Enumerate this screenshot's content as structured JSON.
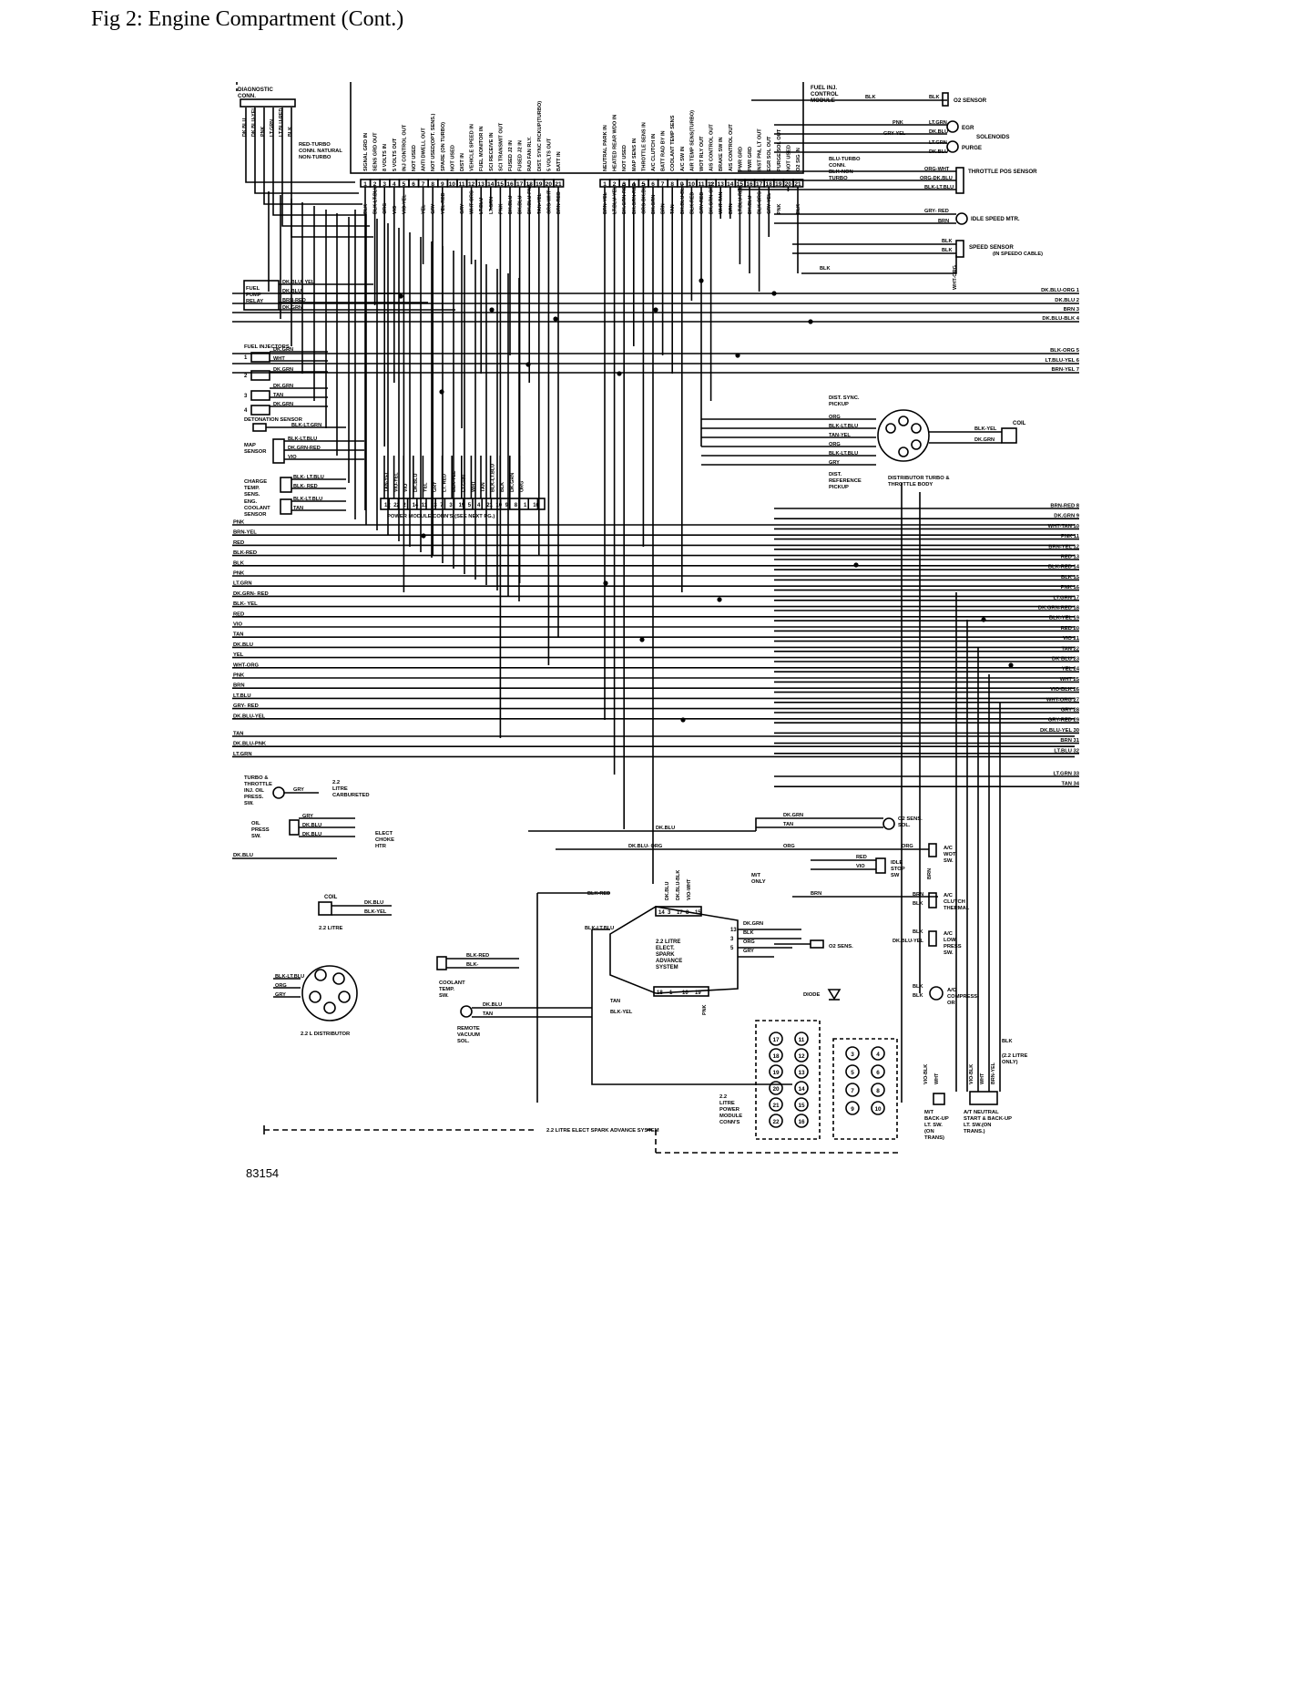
{
  "page": {
    "title": "Fig 2: Engine Compartment (Cont.)",
    "figure_code": "83154"
  },
  "top_labels": {
    "diagnostic": "DIAGNOSTIC CONN.",
    "fuel_inj": "FUEL INJ. CONTROL MODULE",
    "red_turbo": "RED-TURBO CONN. NATURAL NON-TURBO",
    "blu_turbo": "BLU-TURBO CONN. BLK-NON TURBO",
    "power_module": "POWER MODULE CONN'S (SEE NEXT PG.)"
  },
  "diag_wires": [
    "DK.BLU",
    "DK.BLU-YEL",
    "PNK",
    "LT.GRN",
    "LT.BLU-RED",
    "BLK"
  ],
  "pins_a": [
    "SIGNAL GRD IN",
    "SENS GRD OUT",
    "8 VOLTS IN",
    "5 VOLTS OUT",
    "INJ CONTROL OUT",
    "NOT USED",
    "ANTI DWELL OUT",
    "NOT USED(OPT. SENS.)",
    "SPARE (ON TURBO)",
    "NOT USED",
    "DIST IN",
    "VEHICLE SPEED IN",
    "FUEL MONITOR IN",
    "SCI RECEIVE IN",
    "SCI TRANSMIT OUT",
    "FUSED J2 IN",
    "FUSED J2 IN",
    "RAD FAN RLY.",
    "DIST. SYNC PICKUP(TURBO)",
    "5 VOLTS OUT",
    "BATT IN"
  ],
  "pins_b": [
    "NEUTRAL PARK IN",
    "HEATED REAR WDO IN",
    "NOT USED",
    "MAP SENS IN",
    "THROTTLE SENS IN",
    "A/C CLUTCH IN",
    "BATT RAD BY IN",
    "COOLANT TEMP SENS",
    "A/C SW IN",
    "AIR TEMP SENS(TURBO)",
    "WOT RLY OUT",
    "AIS CONTROL OUT",
    "BRAKE SW IN",
    "AIS CONTROL OUT",
    "PWR GRD",
    "PWR GRD",
    "INST PNL LT OUT",
    "EGR SOL OUT",
    "PURGE SOL OUT",
    "NOT USED",
    "O2 SIG IN"
  ],
  "pin_wires_a": [
    "BLK",
    "BLK-LT.BLU",
    "ORG",
    "VIO",
    "VIO-YEL",
    "",
    "YEL",
    "GRY",
    "YEL-RED",
    "",
    "GRY",
    "WHT-ORG",
    "LT.BLU",
    "LT.GRN",
    "PNK",
    "DK.BLU",
    "DK.BLU",
    "DK.BLU-PNK",
    "TAN-YEL",
    "ORG-WHT",
    "BRN-RED"
  ],
  "pin_wires_b": [
    "BRN-YEL",
    "LT.BLU-YEL",
    "DK.GRN-RED",
    "DK.GRN-RED",
    "ORG-DK.BLU",
    "DK.GRN",
    "BRN",
    "TAN",
    "DK.BLU-BLK",
    "BLK-RED",
    "GRY-RED",
    "DK.GRN-ORG",
    "WHT-TAN",
    "BRN",
    "LT.BLU-RED",
    "DK.BLU",
    "BLK-ORG",
    "GRY-YEL",
    "PNK",
    "",
    "BLK"
  ],
  "left_components": {
    "fuel_pump": "FUEL PUMP RELAY",
    "fuel_pump_wires": [
      "DK.BLU- YEL",
      "DK.BLU",
      "BRN-RED",
      "DK.GRN"
    ],
    "injectors": "FUEL INJECTORS",
    "injector_wires": [
      "DK.GRN",
      "WHT",
      "DK.GRN",
      "DK.GRN",
      "TAN",
      "DK.GRN"
    ],
    "detonation": "DETONATION SENSOR",
    "detonation_wire": "BLK-LT.GRN",
    "map_sensor": "MAP SENSOR",
    "map_wires": [
      "BLK-LT.BLU",
      "DK.GRN-RED",
      "VIO"
    ],
    "charge_temp": "CHARGE TEMP. SENS.",
    "charge_wires": [
      "BLK- LT.BLU",
      "BLK- RED"
    ],
    "coolant": "ENG. COOLANT SENSOR",
    "coolant_wires": [
      "BLK-LT.BLU",
      "TAN"
    ]
  },
  "right_components": {
    "o2": "O2 SENSOR",
    "egr": "EGR",
    "purge": "PURGE",
    "solenoids": "SOLENOIDS",
    "throttle": "THROTTLE POS SENSOR",
    "idle": "IDLE SPEED MTR.",
    "speed": "SPEED SENSOR",
    "speed_note": "(IN SPEEDO CABLE)",
    "wires": [
      "BLK",
      "BLK",
      "PNK",
      "LT.GRN",
      "GRY-YEL",
      "DK.BLU",
      "LT.GRN",
      "DK.BLU",
      "ORG-WHT",
      "ORG-DK.BLU",
      "BLK-LT.BLU",
      "GRY- RED",
      "BRN",
      "BLK",
      "BLK",
      "WHT-ORG"
    ]
  },
  "right_bus": [
    "DK.BLU-ORG 1",
    "DK.BLU 2",
    "BRN 3",
    "DK.BLU-BLK 4",
    "BLK-ORG 5",
    "LT.BLU-YEL 6",
    "BRN-YEL 7"
  ],
  "distributor": {
    "sync": "DIST. SYNC. PICKUP",
    "reference": "DIST. REFERENCE PICKUP",
    "label": "DISTRIBUTOR TURBO & THROTTLE BODY",
    "wires": [
      "ORG",
      "BLK-LT.BLU",
      "TAN-YEL",
      "ORG",
      "BLK-LT.BLU",
      "GRY"
    ],
    "coil": "COIL",
    "coil_wires": [
      "BLK-YEL",
      "DK.GRN"
    ]
  },
  "power_conn_wires": [
    "TAN-YEL",
    "VIO-YEL",
    "VIO",
    "DK.BLU",
    "YEL",
    "GRY",
    "LT. RED",
    "BLK-YEL",
    "LT.GRN",
    "WHT",
    "TAN",
    "BLK-LT.BLU",
    "BLK",
    "DK.GRN",
    "ORG"
  ],
  "power_conn_numbers": [
    "12",
    "22",
    "2",
    "14",
    "11",
    "13",
    "7",
    "3",
    "19",
    "5",
    "4",
    "21",
    "10",
    "9",
    "8",
    "1",
    "16"
  ],
  "bus_left": [
    "PNK",
    "BRN-YEL",
    "RED",
    "BLK-RED",
    "BLK",
    "PNK",
    "LT.GRN",
    "DK.GRN- RED",
    "BLK- YEL",
    "RED",
    "VIO",
    "TAN",
    "DK.BLU",
    "YEL",
    "WHT-ORG",
    "PNK",
    "BRN",
    "LT.BLU",
    "GRY- RED",
    "DK.BLU-YEL",
    "TAN",
    "DK.BLU-PNK",
    "LT.GRN"
  ],
  "bus_right": [
    "BRN-RED 8",
    "DK.GRN 9",
    "WHT-TAN 10",
    "PNK 11",
    "BRN-YEL 12",
    "RED 13",
    "BLK-RED 14",
    "BLK 15",
    "PNK 16",
    "LT.GRN 17",
    "DK.GRN-RED 18",
    "BLK-YEL 19",
    "RED 20",
    "VIO 21",
    "TAN 22",
    "DK BLU 23",
    "YEL 24",
    "WHT 25",
    "VIO-BLK 26",
    "WHT-ORG 27",
    "GRY 28",
    "GRY-RED 29",
    "DK.BLU-YEL 30",
    "BRN 31",
    "LT.BLU 32",
    "LT.GRN 33",
    "TAN 34"
  ],
  "lower": {
    "turbo_switch": "TURBO & THROTTLE INJ. OIL PRESS. SW.",
    "turbo_wire": "GRY",
    "carbureted": "2.2 LITRE CARBURETED",
    "oil_press": "OIL PRESS SW.",
    "oil_wires": [
      "GRY",
      "DK.BLU",
      "DK.BLU"
    ],
    "choke": "ELECT CHOKE HTR",
    "dk_blu_left": "DK.BLU",
    "dk_blu_mid": "DK.BLU",
    "o2_sens_sol": "O2 SENS. SOL.",
    "o2_sol_wires": [
      "DK.GRN",
      "TAN"
    ],
    "dk_blu_org": "DK.BLU- ORG",
    "org": "ORG",
    "mt_only": "M/T ONLY",
    "brn": "BRN",
    "idle_stop": "IDLE STOP SW",
    "idle_stop_wires": [
      "RED",
      "VIO",
      "BRN"
    ],
    "ac_wot": "A/C WOT SW.",
    "ac_wot_wire": "ORG",
    "ac_clutch": "A/C CLUTCH THERMAL",
    "ac_clutch_wires": [
      "BRN",
      "BLK"
    ],
    "ac_low": "A/C LOW PRESS SW.",
    "ac_low_wires": [
      "BLK",
      "DK.BLU-YEL"
    ],
    "ac_compressor": "A/C COMPRESS- OR",
    "ac_comp_wires": [
      "BLK",
      "BLK"
    ],
    "diode": "DIODE",
    "coil": "COIL",
    "coil_wires": [
      "DK.BLU",
      "BLK-YEL"
    ],
    "litre_22": "2.2 LITRE",
    "distributor": "2.2 L DISTRIBUTOR",
    "dist_wires": [
      "BLK-LT.BLU",
      "ORG",
      "GRY"
    ],
    "coolant_sw": "COOLANT TEMP. SW.",
    "coolant_sw_wires": [
      "BLK-RED",
      "BLK-"
    ],
    "vacuum_sol": "REMOTE VACUUM SOL.",
    "vacuum_wires": [
      "DK.BLU",
      "TAN"
    ],
    "esa": "2.2 LITRE ELECT. SPARK ADVANCE SYSTEM",
    "esa_wires": [
      "BLK-RED",
      "BLK-LT.BLU",
      "DK.BLU",
      "DK.BLU-BLK",
      "VIO-WHT",
      "DK.GRN",
      "BLK",
      "ORG",
      "GRY",
      "TAN",
      "BLK-YEL",
      "PNK"
    ],
    "esa_pins": [
      "14",
      "3",
      "17",
      "8",
      "15",
      "13",
      "3",
      "5",
      "18",
      "1",
      "10",
      "19"
    ],
    "o2_sens": "O2 SENS.",
    "power_module": "2.2 LITRE POWER MODULE CONN'S",
    "pm_numbers_a": [
      "17",
      "18",
      "19",
      "20",
      "21",
      "22"
    ],
    "pm_numbers_b": [
      "11",
      "12",
      "13",
      "14",
      "15",
      "16"
    ],
    "pm_numbers_c": [
      "3",
      "4",
      "5",
      "6",
      "7",
      "8",
      "9",
      "10"
    ],
    "mt_backup": "M/T BACK-UP LT. SW. (ON TRANS)",
    "at_neutral": "A/T NEUTRAL START & BACK-UP LT. SW.(ON TRANS.)",
    "backup_wires": [
      "VIO-BLK",
      "WHT",
      "VIO-BLK",
      "WHT",
      "BRN-YEL"
    ],
    "blk_22": "BLK",
    "only_22": "(2.2 LITRE ONLY)",
    "esa_footer": "2.2 LITRE ELECT SPARK ADVANCE SYSTEM"
  }
}
